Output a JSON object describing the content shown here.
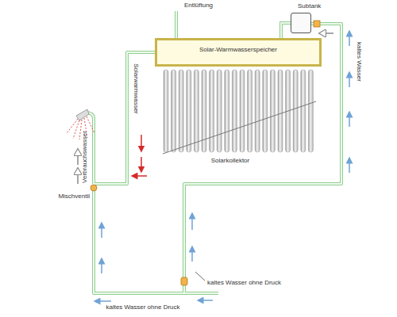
{
  "diagram": {
    "nodes": [
      {
        "text": [
          "Subtank"
        ]
      },
      {
        "text": [
          "Solar-Warmwasserspeicher"
        ]
      }
    ],
    "edges": [
      {
        "from": 0,
        "to": 1,
        "arrow": "none"
      }
    ],
    "labels": [
      "Entlüftung",
      "kaltes Wasser",
      "Solarwarmwasser",
      "Verbrauchswasser",
      "Mischventil",
      "Solarkollektor",
      "kaltes Wasser ohne Druck",
      "kaltes Wasser ohne Druck"
    ]
  }
}
